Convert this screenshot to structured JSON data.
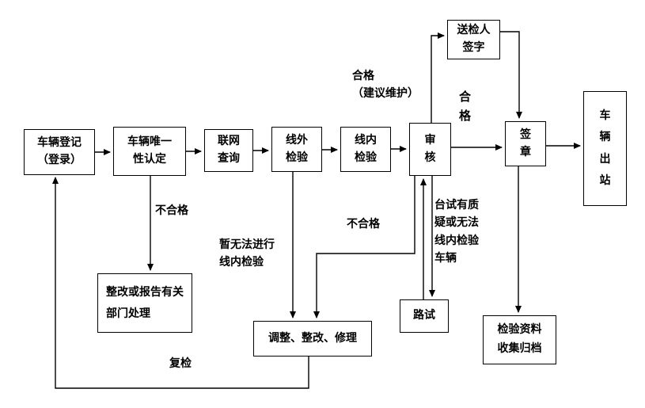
{
  "diagram_title": "vehicle-inspection-process-flowchart",
  "colors": {
    "line": "#000000",
    "background": "#ffffff",
    "text": "#000000"
  },
  "nodes": {
    "register": "车辆登记\n（登录）",
    "uniqueness": "车辆唯一\n性认定",
    "query": "联网\n查询",
    "offline": "线外\n检验",
    "online": "线内\n检验",
    "audit": "审\n核",
    "sign": "送检人\n签字",
    "seal": "签\n章",
    "exit": "车\n辆\n出\n站",
    "rectify": "整改或报告有关\n部门处理",
    "adjust": "调整、整改、修理",
    "roadtest": "路试",
    "archive": "检验资料\n收集归档"
  },
  "labels": {
    "qualified_maintain": "合格\n（建议维护）",
    "qualified": "合\n格",
    "unqualified_1": "不合格",
    "cannot_online": "暂无法进行\n线内检验",
    "unqualified_2": "不合格",
    "bench_test": "台试有质\n疑或无法\n线内检验\n车辆",
    "recheck": "复检"
  }
}
